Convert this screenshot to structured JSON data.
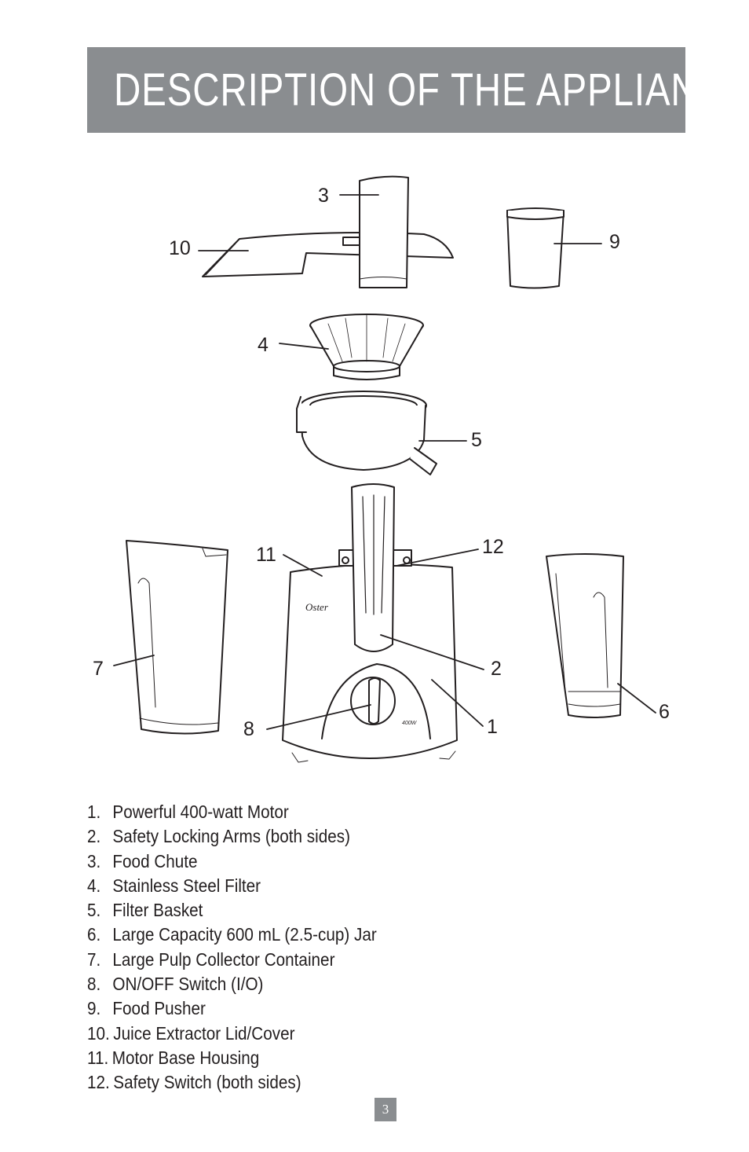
{
  "header": {
    "title": "DESCRIPTION OF THE APPLIANCE"
  },
  "diagram": {
    "callouts": [
      "1",
      "2",
      "3",
      "4",
      "5",
      "6",
      "7",
      "8",
      "9",
      "10",
      "11",
      "12"
    ],
    "brand": "Oster",
    "wattage_badge": "400W"
  },
  "parts": [
    {
      "num": "1.",
      "label": "Powerful 400-watt Motor"
    },
    {
      "num": "2.",
      "label": "Safety Locking Arms (both sides)"
    },
    {
      "num": "3.",
      "label": "Food Chute"
    },
    {
      "num": "4.",
      "label": "Stainless Steel Filter"
    },
    {
      "num": "5.",
      "label": "Filter Basket"
    },
    {
      "num": "6.",
      "label": "Large Capacity 600 mL (2.5-cup) Jar"
    },
    {
      "num": "7.",
      "label": "Large Pulp Collector Container"
    },
    {
      "num": "8.",
      "label": "ON/OFF Switch (I/O)"
    },
    {
      "num": "9.",
      "label": "Food Pusher"
    },
    {
      "num": "10.",
      "label": "Juice Extractor Lid/Cover"
    },
    {
      "num": "11.",
      "label": "Motor Base Housing"
    },
    {
      "num": "12.",
      "label": "Safety Switch (both sides)"
    }
  ],
  "footer": {
    "page_number": "3"
  }
}
